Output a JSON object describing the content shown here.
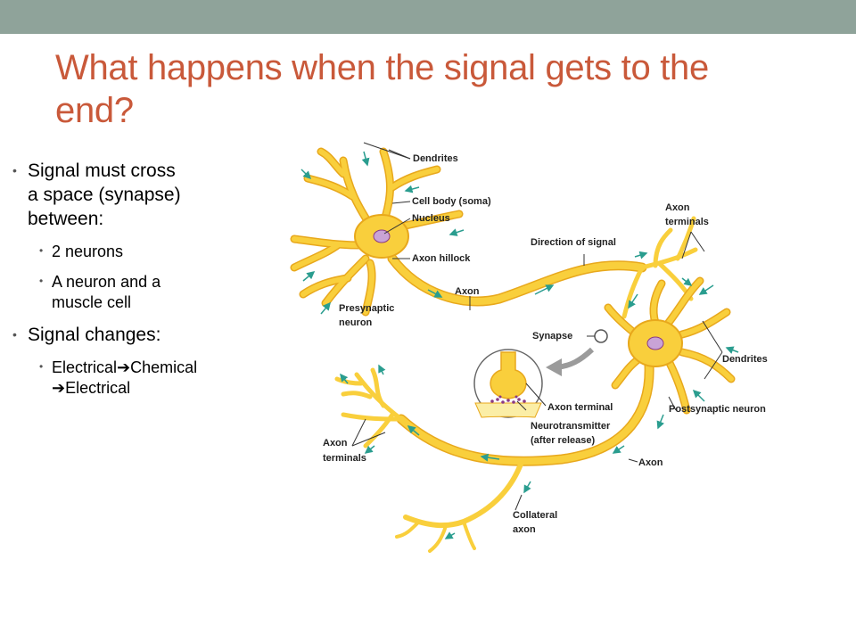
{
  "header": {
    "bar_color": "#8fa39a"
  },
  "title": {
    "line1": "What happens when the signal gets to the",
    "line2": "end?",
    "color": "#c9593a"
  },
  "bullets": {
    "b1_line1": "Signal must cross",
    "b1_line2": "a space (synapse)",
    "b1_line3": "between:",
    "b1_subs": [
      {
        "line1": "2 neurons"
      },
      {
        "line1": "A neuron and a",
        "line2": "muscle cell"
      }
    ],
    "b2_line1": "Signal changes:",
    "b2_subs": [
      {
        "line1a": "Electrical",
        "line1b": "Chemical",
        "line2": "Electrical"
      }
    ],
    "arrow_glyph": "➔"
  },
  "diagram": {
    "labels": {
      "dendrites_top": "Dendrites",
      "cell_body": "Cell body (soma)",
      "nucleus": "Nucleus",
      "axon_hillock": "Axon hillock",
      "presynaptic_1": "Presynaptic",
      "presynaptic_2": "neuron",
      "axon_top": "Axon",
      "direction": "Direction of signal",
      "axon_terminals_right_1": "Axon",
      "axon_terminals_right_2": "terminals",
      "synapse": "Synapse",
      "dendrites_right": "Dendrites",
      "axon_terminal": "Axon terminal",
      "neurotransmitter_1": "Neurotransmitter",
      "neurotransmitter_2": "(after release)",
      "postsynaptic": "Postsynaptic neuron",
      "axon_terminals_left_1": "Axon",
      "axon_terminals_left_2": "terminals",
      "axon_bottom": "Axon",
      "collateral_1": "Collateral",
      "collateral_2": "axon"
    },
    "colors": {
      "neuron_fill": "#f9cf3c",
      "neuron_stroke": "#e8a81c",
      "nucleus": "#c9a3d6",
      "arrows": "#2a9d8f",
      "leader_lines": "#333333",
      "synaptic_zoom_bg": "#fbeea6",
      "neurotransmitter_dots": "#8a3a86"
    }
  }
}
